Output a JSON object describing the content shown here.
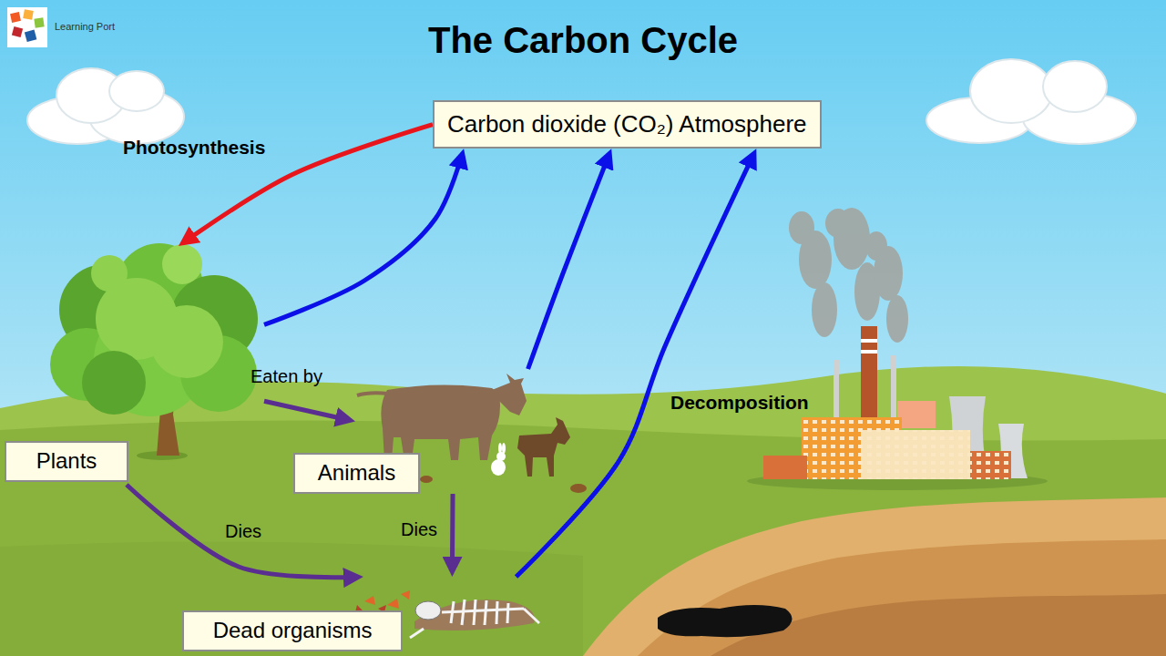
{
  "diagram": {
    "title": "The Carbon Cycle",
    "nodes": [
      {
        "text": [
          "Carbon dioxide (CO₂) Atmosphere"
        ]
      },
      {
        "text": [
          "Plants"
        ]
      },
      {
        "text": [
          "Animals"
        ]
      },
      {
        "text": [
          "Dead organisms"
        ]
      }
    ],
    "edges": [
      {
        "from": 0,
        "to": 1,
        "arrow": "to",
        "label": "Photosynthesis"
      },
      {
        "from": 1,
        "to": 0,
        "arrow": "to"
      },
      {
        "from": 1,
        "to": 2,
        "arrow": "to",
        "label": "Eaten by"
      },
      {
        "from": 2,
        "to": 0,
        "arrow": "to"
      },
      {
        "from": 1,
        "to": 3,
        "arrow": "to",
        "label": "Dies"
      },
      {
        "from": 2,
        "to": 3,
        "arrow": "to",
        "label": "Dies"
      },
      {
        "from": 3,
        "to": 0,
        "arrow": "to",
        "label": "Decomposition"
      }
    ],
    "labels": [
      "Learning Port"
    ]
  }
}
